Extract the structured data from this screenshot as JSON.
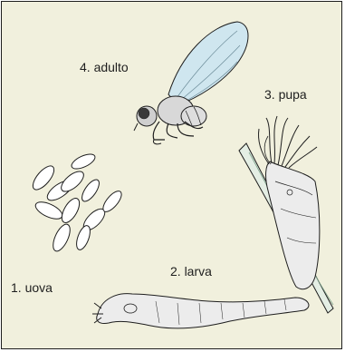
{
  "labels": {
    "adulto": "4. adulto",
    "pupa": "3. pupa",
    "larva": "2. larva",
    "uova": "1. uova"
  },
  "colors": {
    "background": "#f1f0dd",
    "outline": "#1e1e1e",
    "egg_fill": "#ffffff",
    "wing_fill": "#cfe6ef",
    "body_fill": "#ececec",
    "stem_fill": "#e4eee4"
  }
}
